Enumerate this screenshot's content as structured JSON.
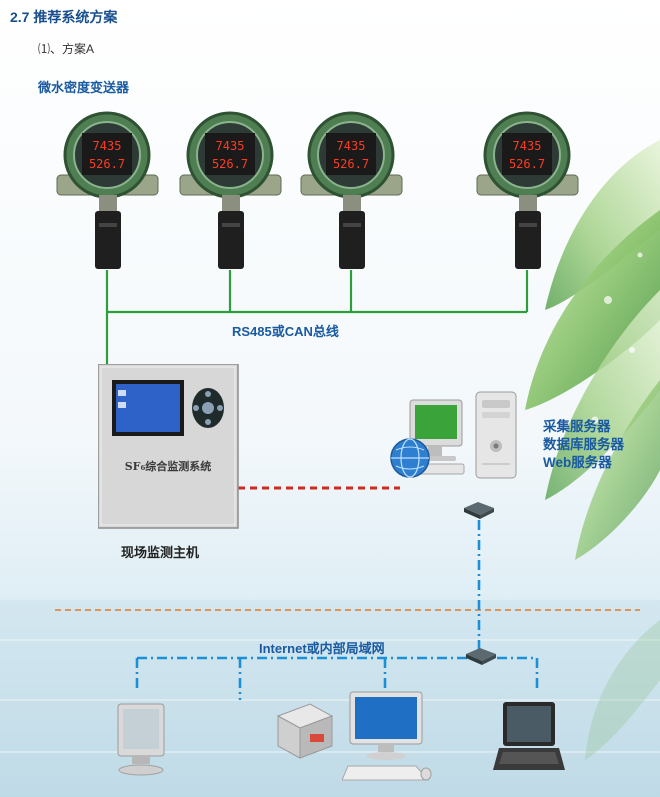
{
  "heading": "2.7 推荐系统方案",
  "subheading": "⑴、方案A",
  "transmitters": {
    "title": "微水密度变送器",
    "display_top": "7435",
    "display_bottom": "526.7",
    "count": 4
  },
  "bus_label": "RS485或CAN总线",
  "host": {
    "panel_text": "SF₆综合监测系统",
    "caption": "现场监测主机"
  },
  "server_labels": [
    "采集服务器",
    "数据库服务器",
    "Web服务器"
  ],
  "network_label": "Internet或内部局域网",
  "colors": {
    "accent": "#1a5aa0",
    "bus_line": "#2e9e3c",
    "network_line": "#1c8fd6",
    "link_dash": "#d12a1f",
    "divider": "#e07b2b",
    "display_led": "#ff3b22"
  },
  "icons": [
    "transmitter-icon",
    "monitoring-host-icon",
    "globe-icon",
    "computer-icon",
    "server-tower-icon",
    "network-switch-icon",
    "printer-icon",
    "laptop-icon"
  ]
}
